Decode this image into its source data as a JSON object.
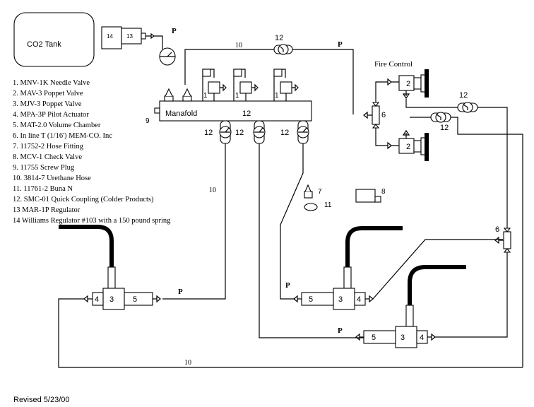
{
  "tank_label": "CO2 Tank",
  "manifold_label": "Manafold",
  "fire_control_label": "Fire Control",
  "revised": "Revised 5/23/00",
  "pressure_marker": "P",
  "legend": [
    "1. MNV-1K Needle Valve",
    "2. MAV-3 Poppet Valve",
    "3. MJV-3 Poppet Valve",
    "4. MPA-3P Pilot Actuator",
    "5. MAT-2.0 Volume Chamber",
    "6. In line T (1/16') MEM-CO. Inc",
    "7. 11752-2 Hose Fitting",
    "8. MCV-1 Check Valve",
    "9. 11755 Screw Plug",
    "10. 3814-7 Urethane Hose",
    "11. 11761-2 Buna N",
    "12. SMC-01 Quick Coupling (Colder Products)",
    "13 MAR-1P Regulator",
    "14 Williams Regulator #103 with a 150 pound spring"
  ],
  "part_numbers": {
    "one": "1",
    "two": "2",
    "three": "3",
    "four": "4",
    "five": "5",
    "six": "6",
    "seven": "7",
    "eight": "8",
    "nine": "9",
    "ten": "10",
    "eleven": "11",
    "twelve": "12",
    "thirteen": "13",
    "fourteen": "14"
  }
}
